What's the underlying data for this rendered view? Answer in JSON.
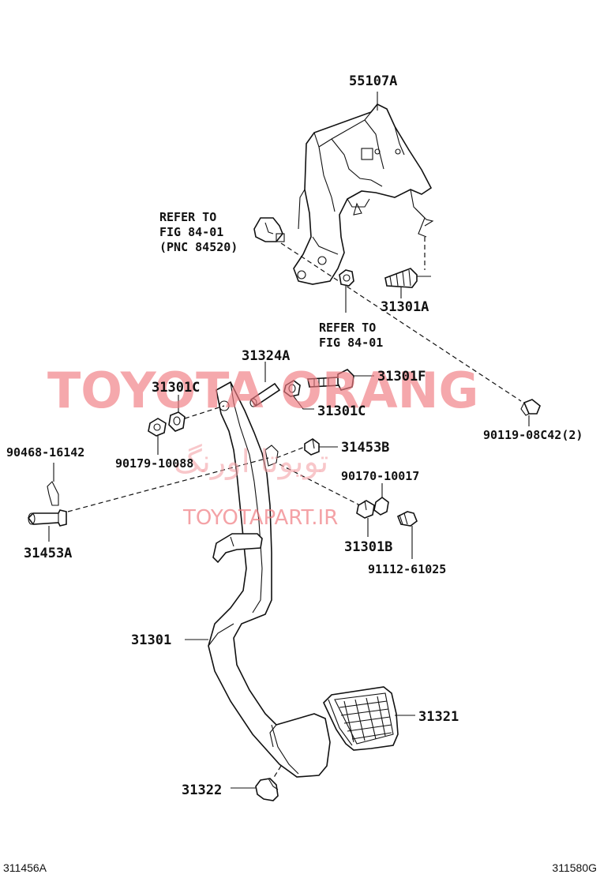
{
  "labels": {
    "p55107A": "55107A",
    "p31301A": "31301A",
    "p31324A": "31324A",
    "p31301F": "31301F",
    "p31301C_top": "31301C",
    "p31301C_right": "31301C",
    "p90119": "90119-08C42(2)",
    "p90468": "90468-16142",
    "p90179": "90179-10088",
    "p31453B": "31453B",
    "p90170": "90170-10017",
    "p31453A": "31453A",
    "p31301B": "31301B",
    "p91112": "91112-61025",
    "p31301": "31301",
    "p31321": "31321",
    "p31322": "31322"
  },
  "refer_notes": {
    "switch": [
      "REFER TO",
      "FIG 84-01",
      "(PNC 84520)"
    ],
    "nut": [
      "REFER TO",
      "FIG 84-01"
    ]
  },
  "watermarks": {
    "main": "TOYOTA ORANG",
    "arabic": "تويوتا اورنگ",
    "url": "TOYOTAPART.IR"
  },
  "corner_codes": {
    "left": "311456A",
    "right": "311580G"
  },
  "colors": {
    "watermark": "#f07a80",
    "line": "#111111"
  }
}
